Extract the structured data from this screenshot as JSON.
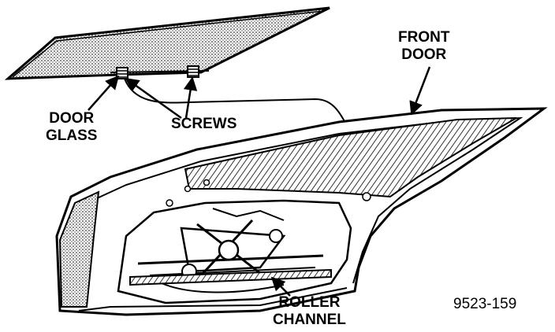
{
  "diagram": {
    "labels": {
      "front_door": {
        "line1": "FRONT",
        "line2": "DOOR"
      },
      "door_glass": {
        "line1": "DOOR",
        "line2": "GLASS"
      },
      "screws": "SCREWS",
      "roller_channel": {
        "line1": "ROLLER",
        "line2": "CHANNEL"
      }
    },
    "figure_id": "9523-159"
  }
}
